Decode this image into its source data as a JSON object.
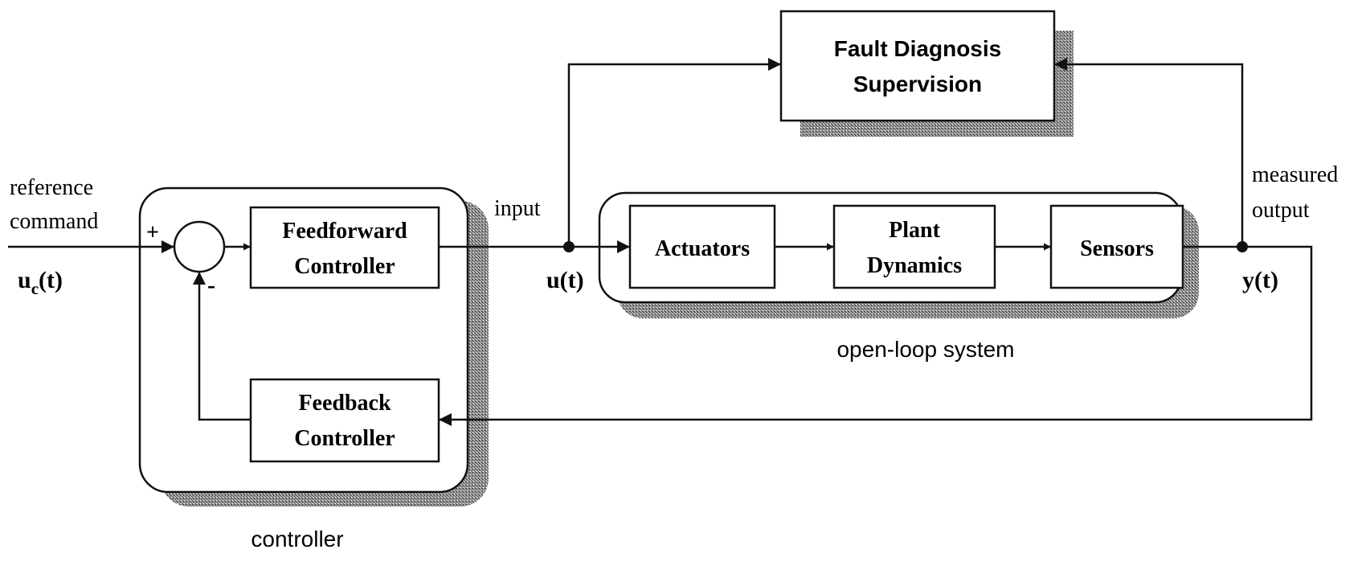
{
  "labels": {
    "reference_line1": "reference",
    "reference_line2": "command",
    "uc_u": "u",
    "uc_sub": "c",
    "uc_t": "(t)",
    "plus": "+",
    "minus": "-",
    "input": "input",
    "u_t": "u(t)",
    "measured_line1": "measured",
    "measured_line2": "output",
    "y_t": "y(t)",
    "open_loop": "open-loop system",
    "controller": "controller"
  },
  "blocks": {
    "feedforward": [
      "Feedforward",
      "Controller"
    ],
    "feedback": [
      "Feedback",
      "Controller"
    ],
    "actuators": "Actuators",
    "plant": [
      "Plant",
      "Dynamics"
    ],
    "sensors": "Sensors",
    "fault": [
      "Fault Diagnosis",
      "Supervision"
    ]
  }
}
